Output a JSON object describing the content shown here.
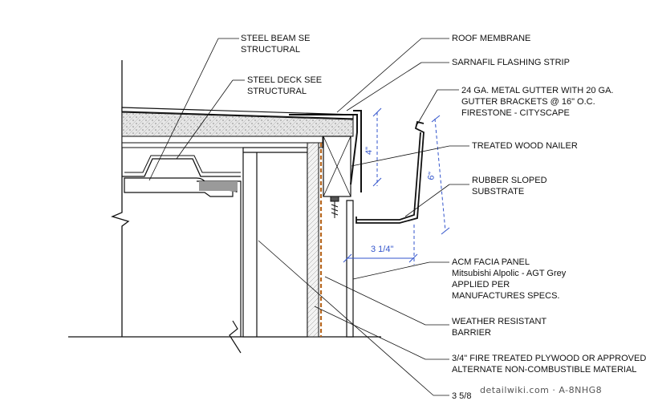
{
  "labels": {
    "steel_beam": [
      "STEEL BEAM SE",
      "STRUCTURAL"
    ],
    "steel_deck": [
      "STEEL DECK SEE",
      "STRUCTURAL"
    ],
    "roof_membrane": "ROOF MEMBRANE",
    "sarnafil": "SARNAFIL FLASHING STRIP",
    "gutter": [
      "24 GA. METAL GUTTER WITH 20 GA.",
      "GUTTER BRACKETS @ 16\" O.C.",
      "FIRESTONE - CITYSCAPE"
    ],
    "nailer": "TREATED WOOD NAILER",
    "rubber": [
      "RUBBER SLOPED",
      "SUBSTRATE"
    ],
    "acm": [
      "ACM FACIA PANEL",
      "Mitsubishi Alpolic - AGT Grey",
      "APPLIED PER",
      "MANUFACTURES SPECS."
    ],
    "weather": [
      "WEATHER RESISTANT",
      "BARRIER"
    ],
    "plywood": [
      "3/4\" FIRE TREATED PLYWOOD OR APPROVED",
      "ALTERNATE NON-COMBUSTIBLE MATERIAL"
    ],
    "stud": "3 5/8"
  },
  "dimensions": {
    "gutter_height_small": "4\"",
    "gutter_height_large": "6\"",
    "gutter_width": "3 1/4\""
  },
  "watermark": "detailwiki.com · A-8NHG8",
  "colors": {
    "line": "#111111",
    "dimension": "#3355cc",
    "barrier": "#b5651d",
    "insulation": "#dcdcdc"
  }
}
